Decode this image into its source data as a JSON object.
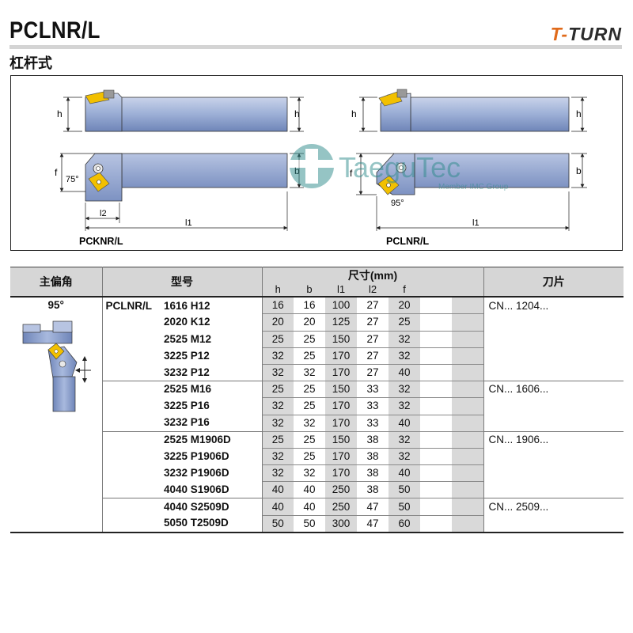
{
  "header": {
    "title": "PCLNR/L",
    "brand_part1": "T-",
    "brand_part2": "TURN",
    "subtitle": "杠杆式"
  },
  "diagram": {
    "left_caption": "PCKNR/L",
    "right_caption": "PCLNR/L",
    "left_angle": "75°",
    "right_angle": "95°",
    "watermark_name": "TaeguTec",
    "watermark_sub": "Member IMC Group",
    "dim_h": "h",
    "dim_b": "b",
    "dim_f": "f",
    "dim_l1": "l1",
    "dim_l2": "l2"
  },
  "table": {
    "headers": {
      "angle": "主偏角",
      "model": "型号",
      "dims": "尺寸(mm)",
      "insert": "刀片",
      "h": "h",
      "b": "b",
      "l1": "l1",
      "l2": "l2",
      "f": "f"
    },
    "angle_value": "95°",
    "model_prefix": "PCLNR/L",
    "rows": [
      {
        "model": "1616 H12",
        "h": "16",
        "b": "16",
        "l1": "100",
        "l2": "27",
        "f": "20",
        "insert": "CN... 1204..."
      },
      {
        "model": "2020 K12",
        "h": "20",
        "b": "20",
        "l1": "125",
        "l2": "27",
        "f": "25",
        "insert": ""
      },
      {
        "model": "2525 M12",
        "h": "25",
        "b": "25",
        "l1": "150",
        "l2": "27",
        "f": "32",
        "insert": ""
      },
      {
        "model": "3225 P12",
        "h": "32",
        "b": "25",
        "l1": "170",
        "l2": "27",
        "f": "32",
        "insert": ""
      },
      {
        "model": "3232 P12",
        "h": "32",
        "b": "32",
        "l1": "170",
        "l2": "27",
        "f": "40",
        "insert": ""
      },
      {
        "model": "2525 M16",
        "h": "25",
        "b": "25",
        "l1": "150",
        "l2": "33",
        "f": "32",
        "insert": "CN... 1606..."
      },
      {
        "model": "3225 P16",
        "h": "32",
        "b": "25",
        "l1": "170",
        "l2": "33",
        "f": "32",
        "insert": ""
      },
      {
        "model": "3232 P16",
        "h": "32",
        "b": "32",
        "l1": "170",
        "l2": "33",
        "f": "40",
        "insert": ""
      },
      {
        "model": "2525 M1906D",
        "h": "25",
        "b": "25",
        "l1": "150",
        "l2": "38",
        "f": "32",
        "insert": "CN... 1906..."
      },
      {
        "model": "3225 P1906D",
        "h": "32",
        "b": "25",
        "l1": "170",
        "l2": "38",
        "f": "32",
        "insert": ""
      },
      {
        "model": "3232 P1906D",
        "h": "32",
        "b": "32",
        "l1": "170",
        "l2": "38",
        "f": "40",
        "insert": ""
      },
      {
        "model": "4040 S1906D",
        "h": "40",
        "b": "40",
        "l1": "250",
        "l2": "38",
        "f": "50",
        "insert": ""
      },
      {
        "model": "4040 S2509D",
        "h": "40",
        "b": "40",
        "l1": "250",
        "l2": "47",
        "f": "50",
        "insert": "CN... 2509..."
      },
      {
        "model": "5050 T2509D",
        "h": "50",
        "b": "50",
        "l1": "300",
        "l2": "47",
        "f": "60",
        "insert": ""
      }
    ]
  },
  "colors": {
    "holder_blue": "#8fa4cf",
    "insert_yellow": "#f2c000",
    "header_gray": "#d6d6d6",
    "cell_gray": "#d9d9d9",
    "brand_orange": "#e06a1a"
  }
}
